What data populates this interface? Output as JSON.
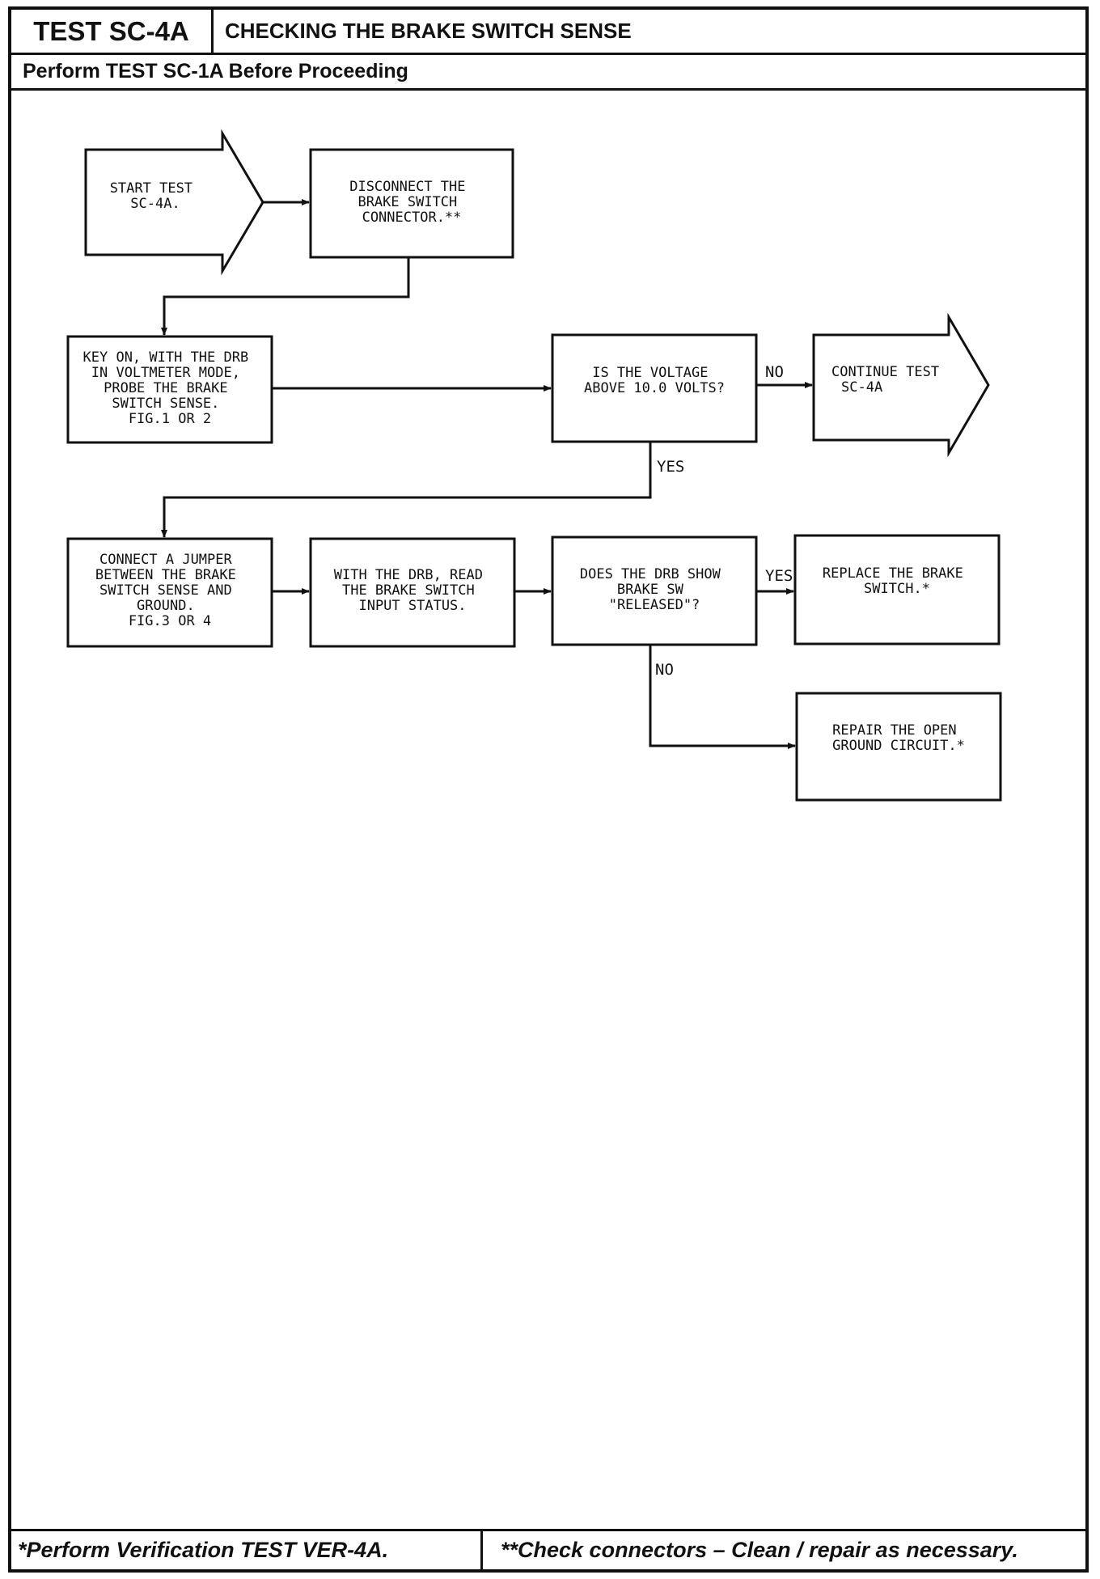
{
  "header": {
    "test_id": "TEST SC-4A",
    "title": "CHECKING THE BRAKE SWITCH SENSE",
    "prerequisite": "Perform TEST SC-1A Before Proceeding"
  },
  "flowchart": {
    "start": [
      "START TEST",
      "SC-4A."
    ],
    "disconnect": [
      "DISCONNECT THE",
      "BRAKE SWITCH",
      "CONNECTOR.**"
    ],
    "key_on": [
      "KEY ON, WITH THE DRB",
      "IN VOLTMETER MODE,",
      "PROBE THE BRAKE",
      "SWITCH SENSE.",
      "FIG.1 OR 2"
    ],
    "voltage_question": [
      "IS THE VOLTAGE",
      "ABOVE 10.0 VOLTS?"
    ],
    "continue": [
      "CONTINUE TEST",
      "SC-4A"
    ],
    "jumper": [
      "CONNECT A JUMPER",
      "BETWEEN THE BRAKE",
      "SWITCH SENSE AND",
      "GROUND.",
      "FIG.3 OR 4"
    ],
    "read_status": [
      "WITH THE DRB, READ",
      "THE BRAKE SWITCH",
      "INPUT STATUS."
    ],
    "released_question": [
      "DOES THE DRB SHOW",
      "BRAKE SW",
      "\"RELEASED\"?"
    ],
    "replace": [
      "REPLACE THE BRAKE",
      "SWITCH.*"
    ],
    "repair": [
      "REPAIR THE OPEN",
      "GROUND CIRCUIT.*"
    ],
    "labels": {
      "voltage_no": "NO",
      "voltage_yes": "YES",
      "released_yes": "YES",
      "released_no": "NO"
    }
  },
  "footer": {
    "note_left": "*Perform Verification TEST VER-4A.",
    "note_right": "**Check connectors – Clean / repair as necessary."
  }
}
